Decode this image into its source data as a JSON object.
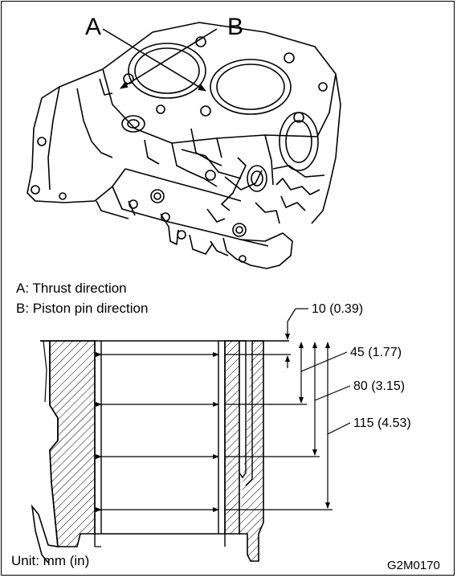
{
  "callouts": {
    "a_letter": "A",
    "b_letter": "B"
  },
  "legend": {
    "a": "A:  Thrust direction",
    "b": "B:  Piston pin direction"
  },
  "dimensions": {
    "d1": "10 (0.39)",
    "d2": "45 (1.77)",
    "d3": "80 (3.15)",
    "d4": "115 (4.53)"
  },
  "footer": {
    "unit": "Unit: mm (in)",
    "code": "G2M0170"
  }
}
